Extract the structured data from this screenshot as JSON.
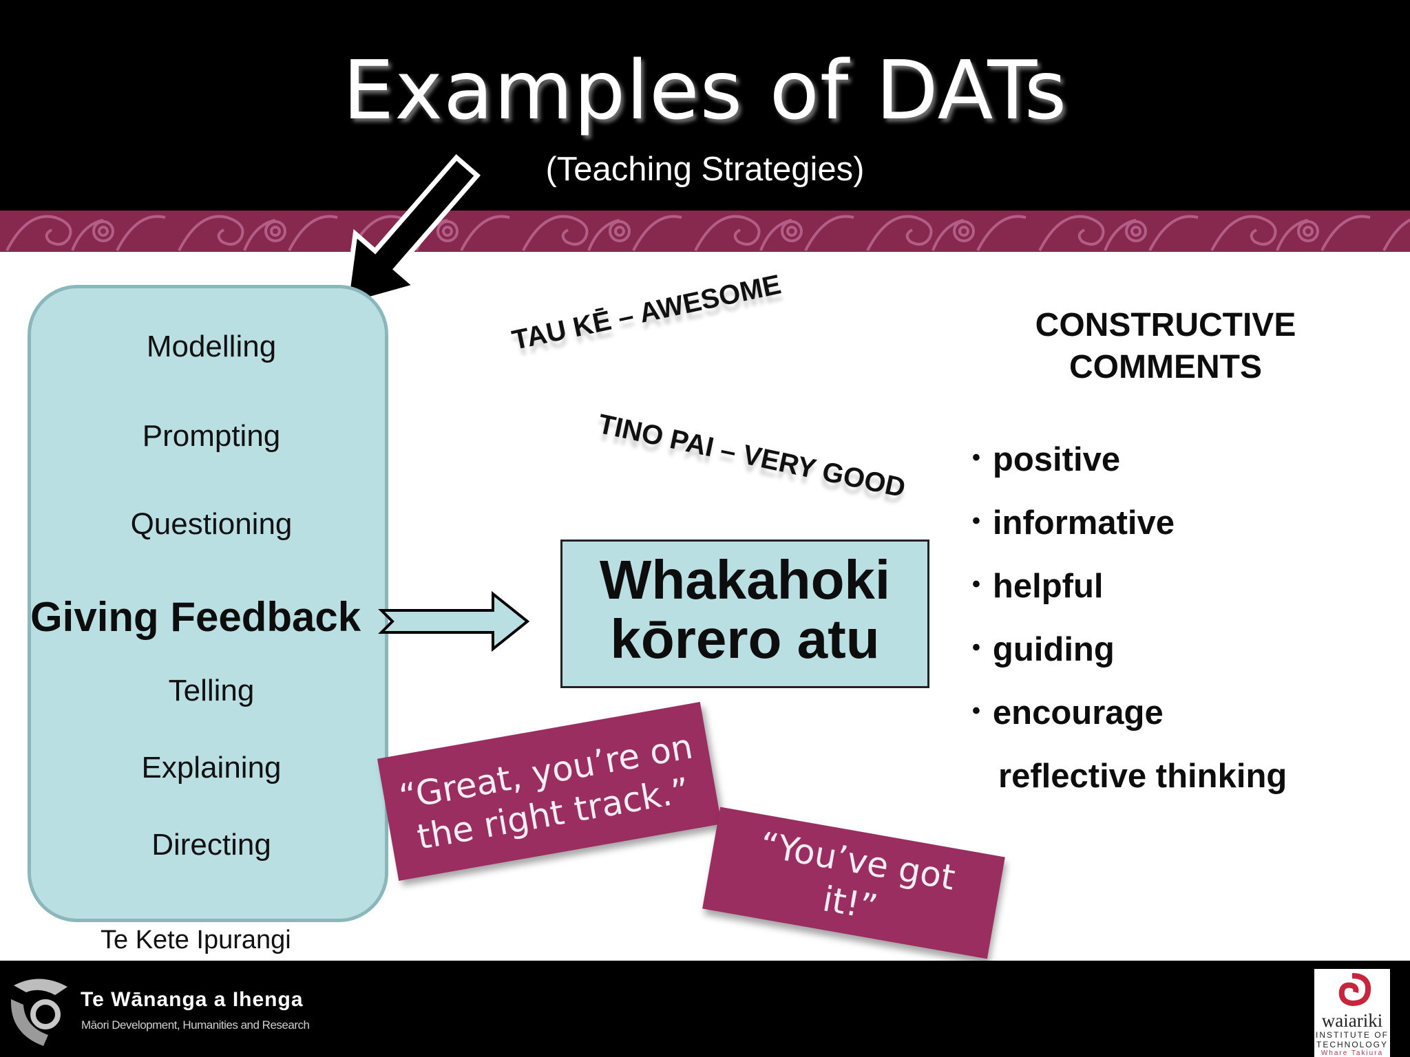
{
  "slide": {
    "title": "Examples of DATs",
    "subtitle": "(Teaching Strategies)"
  },
  "strategies": {
    "items": [
      "Modelling",
      "Prompting",
      "Questioning",
      "Telling",
      "Explaining",
      "Directing"
    ],
    "highlight": "Giving Feedback",
    "source": "Te Kete Ipurangi"
  },
  "feedback": {
    "maori_line1": "Whakahoki",
    "maori_line2": "kōrero atu",
    "phrase_awesome": "TAU KĒ – AWESOME",
    "phrase_very_good": "TINO PAI – VERY GOOD",
    "card_track_line1": "“Great, you’re on",
    "card_track_line2": "the right track.”",
    "card_got_line1": "“You’ve got",
    "card_got_line2": "it!”"
  },
  "constructive": {
    "heading_line1": "CONSTRUCTIVE",
    "heading_line2": "COMMENTS",
    "items": [
      "positive",
      "informative",
      "helpful",
      "guiding",
      "encourage"
    ],
    "continuation": "reflective thinking"
  },
  "footer": {
    "org_title": "Te Wānanga a Ihenga",
    "org_subtitle": "Māori Development, Humanities and Research",
    "partner_name": "waiariki",
    "partner_line1": "INSTITUTE OF",
    "partner_line2": "TECHNOLOGY",
    "partner_line3": "Whare Takiura"
  },
  "colors": {
    "header_bg": "#000000",
    "band": "#87294f",
    "panel": "#badfe3",
    "card": "#9b2e60"
  }
}
